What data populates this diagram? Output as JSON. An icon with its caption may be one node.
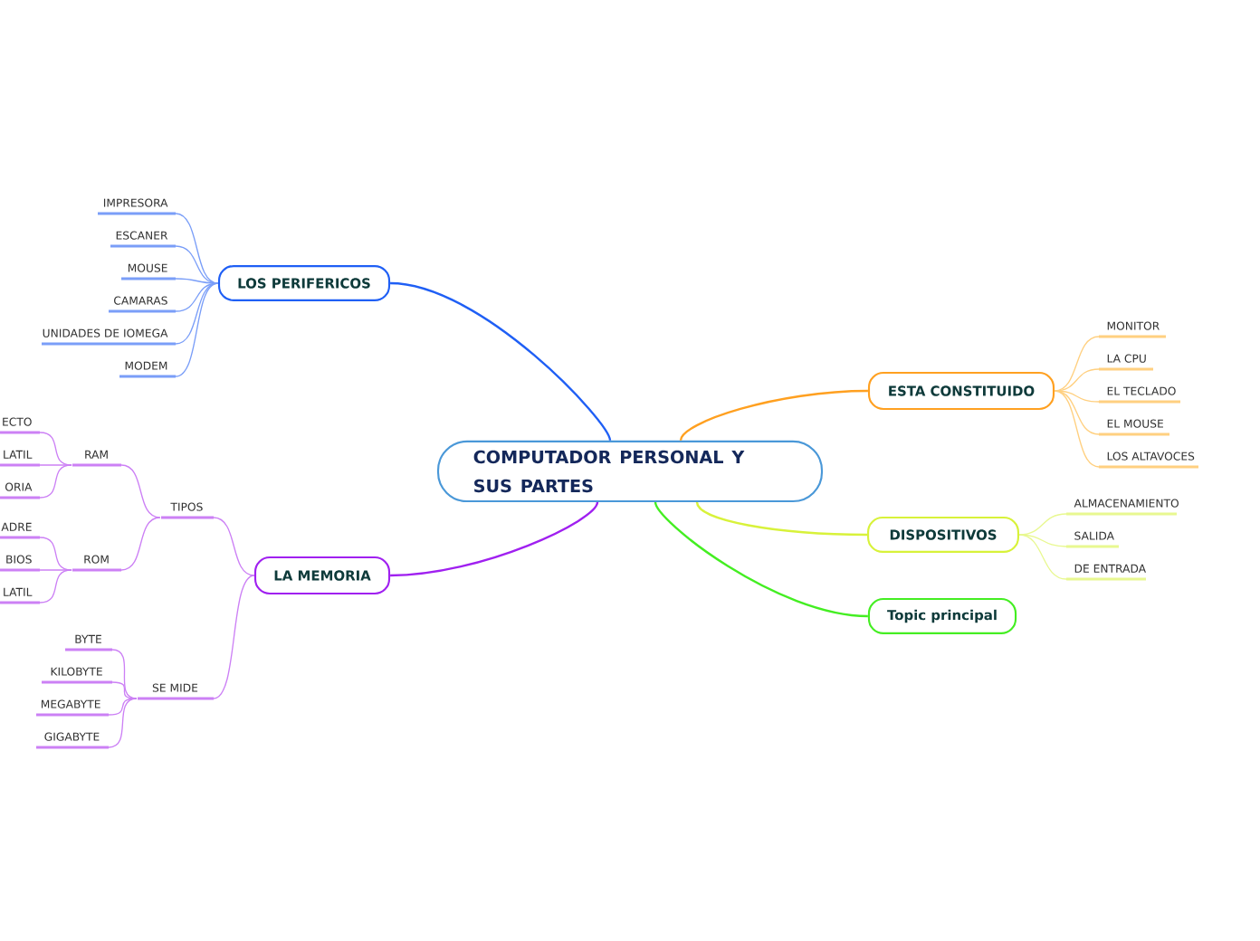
{
  "diagram": {
    "nodes": [
      {
        "text": [
          "COMPUTADOR PERSONAL Y SUS PARTES"
        ]
      },
      {
        "text": [
          "LOS PERIFERICOS"
        ]
      },
      {
        "text": [
          "IMPRESORA"
        ]
      },
      {
        "text": [
          "ESCANER"
        ]
      },
      {
        "text": [
          "MOUSE"
        ]
      },
      {
        "text": [
          "CAMARAS"
        ]
      },
      {
        "text": [
          "UNIDADES DE IOMEGA"
        ]
      },
      {
        "text": [
          "MODEM"
        ]
      },
      {
        "text": [
          "LA MEMORIA"
        ]
      },
      {
        "text": [
          "TIPOS"
        ]
      },
      {
        "text": [
          "RAM"
        ]
      },
      {
        "text": [
          "ECTO"
        ]
      },
      {
        "text": [
          "LATIL"
        ]
      },
      {
        "text": [
          "ORIA"
        ]
      },
      {
        "text": [
          "ROM"
        ]
      },
      {
        "text": [
          "ADRE"
        ]
      },
      {
        "text": [
          "BIOS"
        ]
      },
      {
        "text": [
          "LATIL"
        ]
      },
      {
        "text": [
          "SE MIDE"
        ]
      },
      {
        "text": [
          "BYTE"
        ]
      },
      {
        "text": [
          "KILOBYTE"
        ]
      },
      {
        "text": [
          "MEGABYTE"
        ]
      },
      {
        "text": [
          "GIGABYTE"
        ]
      },
      {
        "text": [
          "ESTA CONSTITUIDO"
        ]
      },
      {
        "text": [
          "MONITOR"
        ]
      },
      {
        "text": [
          "LA CPU"
        ]
      },
      {
        "text": [
          "EL TECLADO"
        ]
      },
      {
        "text": [
          "EL MOUSE"
        ]
      },
      {
        "text": [
          "LOS ALTAVOCES"
        ]
      },
      {
        "text": [
          "DISPOSITIVOS"
        ]
      },
      {
        "text": [
          "ALMACENAMIENTO"
        ]
      },
      {
        "text": [
          "SALIDA"
        ]
      },
      {
        "text": [
          "DE ENTRADA"
        ]
      },
      {
        "text": [
          "Topic principal"
        ]
      }
    ],
    "edges": [
      {
        "from": 0,
        "to": 1,
        "arrow": "none",
        "color": "#1f5ff5"
      },
      {
        "from": 1,
        "to": 2,
        "arrow": "none",
        "color": "#7a9ef8"
      },
      {
        "from": 1,
        "to": 3,
        "arrow": "none",
        "color": "#7a9ef8"
      },
      {
        "from": 1,
        "to": 4,
        "arrow": "none",
        "color": "#7a9ef8"
      },
      {
        "from": 1,
        "to": 5,
        "arrow": "none",
        "color": "#7a9ef8"
      },
      {
        "from": 1,
        "to": 6,
        "arrow": "none",
        "color": "#7a9ef8"
      },
      {
        "from": 1,
        "to": 7,
        "arrow": "none",
        "color": "#7a9ef8"
      },
      {
        "from": 0,
        "to": 8,
        "arrow": "none",
        "color": "#a020f0"
      },
      {
        "from": 8,
        "to": 9,
        "arrow": "none",
        "color": "#cc80f5"
      },
      {
        "from": 9,
        "to": 10,
        "arrow": "none",
        "color": "#cc80f5"
      },
      {
        "from": 10,
        "to": 11,
        "arrow": "none",
        "color": "#cc80f5"
      },
      {
        "from": 10,
        "to": 12,
        "arrow": "none",
        "color": "#cc80f5"
      },
      {
        "from": 10,
        "to": 13,
        "arrow": "none",
        "color": "#cc80f5"
      },
      {
        "from": 9,
        "to": 14,
        "arrow": "none",
        "color": "#cc80f5"
      },
      {
        "from": 14,
        "to": 15,
        "arrow": "none",
        "color": "#cc80f5"
      },
      {
        "from": 14,
        "to": 16,
        "arrow": "none",
        "color": "#cc80f5"
      },
      {
        "from": 14,
        "to": 17,
        "arrow": "none",
        "color": "#cc80f5"
      },
      {
        "from": 8,
        "to": 18,
        "arrow": "none",
        "color": "#cc80f5"
      },
      {
        "from": 18,
        "to": 19,
        "arrow": "none",
        "color": "#cc80f5"
      },
      {
        "from": 18,
        "to": 20,
        "arrow": "none",
        "color": "#cc80f5"
      },
      {
        "from": 18,
        "to": 21,
        "arrow": "none",
        "color": "#cc80f5"
      },
      {
        "from": 18,
        "to": 22,
        "arrow": "none",
        "color": "#cc80f5"
      },
      {
        "from": 0,
        "to": 23,
        "arrow": "none",
        "color": "#ffa020"
      },
      {
        "from": 23,
        "to": 24,
        "arrow": "none",
        "color": "#ffd080"
      },
      {
        "from": 23,
        "to": 25,
        "arrow": "none",
        "color": "#ffd080"
      },
      {
        "from": 23,
        "to": 26,
        "arrow": "none",
        "color": "#ffd080"
      },
      {
        "from": 23,
        "to": 27,
        "arrow": "none",
        "color": "#ffd080"
      },
      {
        "from": 23,
        "to": 28,
        "arrow": "none",
        "color": "#ffd080"
      },
      {
        "from": 0,
        "to": 29,
        "arrow": "none",
        "color": "#d8f23a"
      },
      {
        "from": 29,
        "to": 30,
        "arrow": "none",
        "color": "#e8f890"
      },
      {
        "from": 29,
        "to": 31,
        "arrow": "none",
        "color": "#e8f890"
      },
      {
        "from": 29,
        "to": 32,
        "arrow": "none",
        "color": "#e8f890"
      },
      {
        "from": 0,
        "to": 33,
        "arrow": "none",
        "color": "#44ee22"
      }
    ]
  }
}
